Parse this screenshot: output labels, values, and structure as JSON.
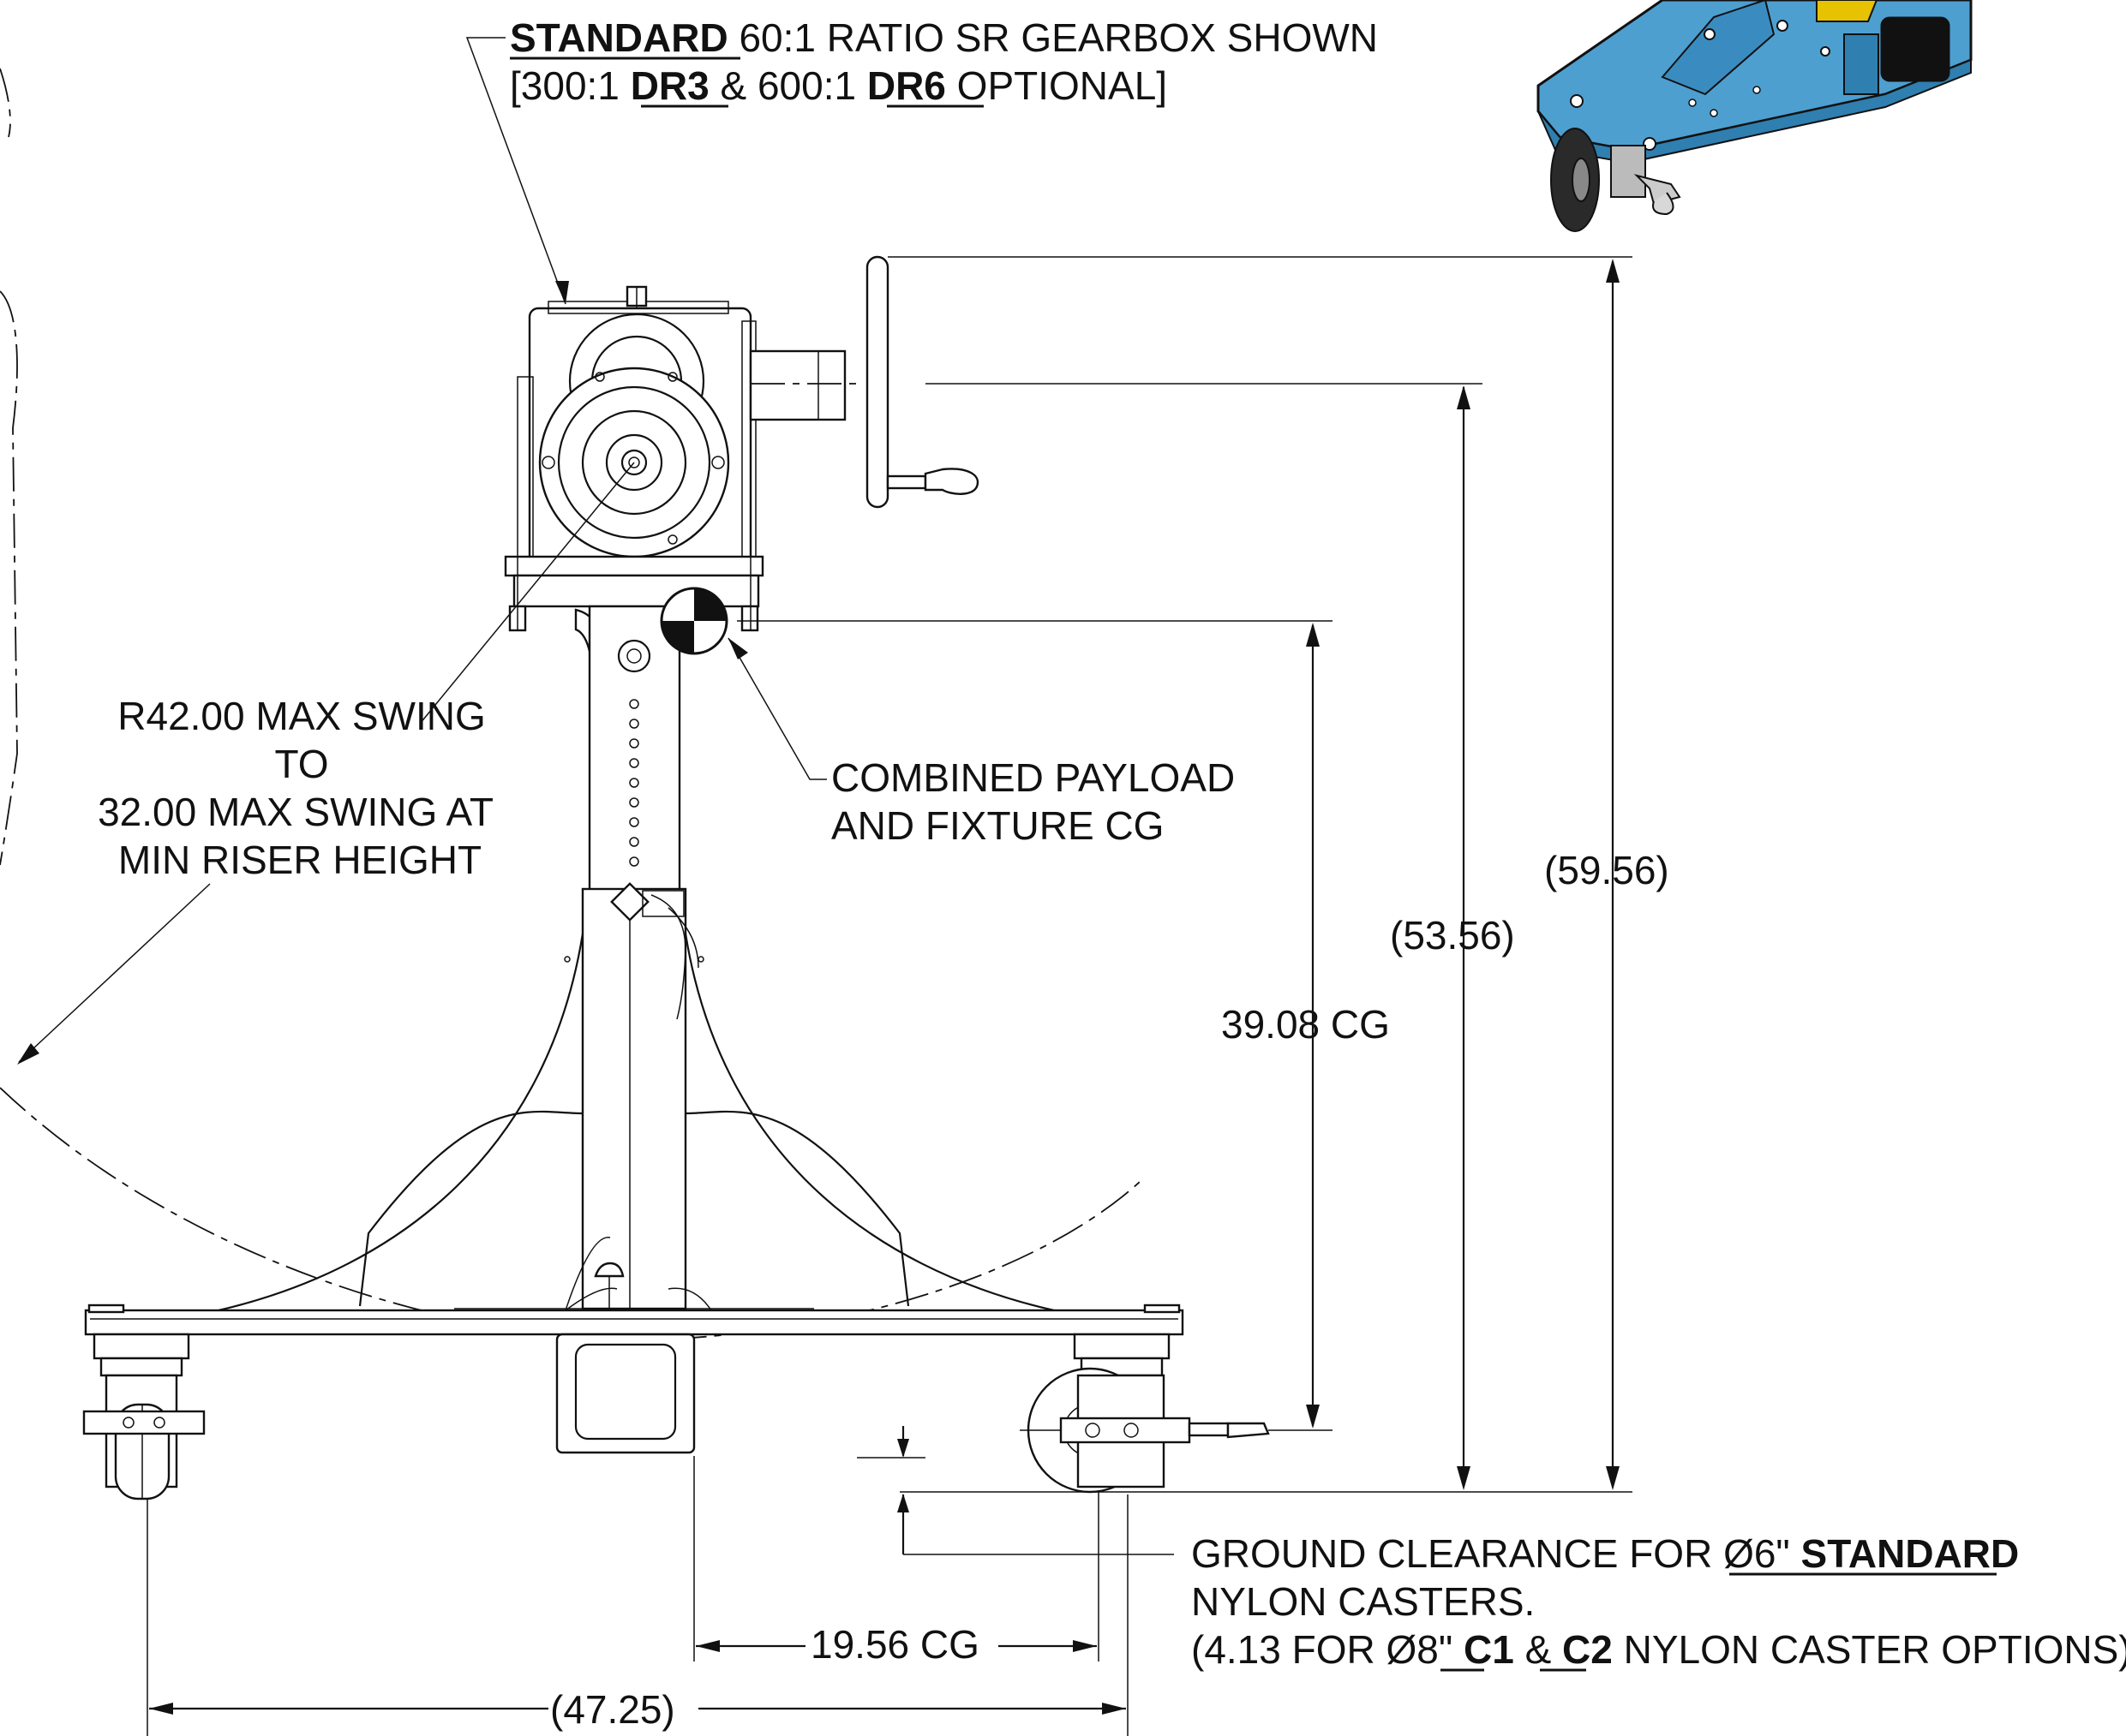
{
  "callouts": {
    "gearbox": {
      "line1_bold": "STANDARD",
      "line1_rest": " 60:1 RATIO SR GEARBOX SHOWN",
      "line2_a": "[300:1 ",
      "line2_b": "DR3",
      "line2_c": " & 600:1 ",
      "line2_d": "DR6",
      "line2_e": " OPTIONAL]"
    },
    "swing": {
      "line1": "R42.00 MAX SWING",
      "line2": "TO",
      "line3": "32.00 MAX SWING AT",
      "line4": "MIN RISER HEIGHT"
    },
    "cg": {
      "line1": "COMBINED PAYLOAD",
      "line2": "AND FIXTURE CG"
    },
    "clearance": {
      "line1_a": "GROUND CLEARANCE FOR Ø6\" ",
      "line1_b": "STANDARD",
      "line2": "NYLON CASTERS.",
      "line3_a": "(4.13 FOR Ø8\" ",
      "line3_b": "C1",
      "line3_c": " & ",
      "line3_d": "C2",
      "line3_e": " NYLON CASTER OPTIONS)"
    }
  },
  "dimensions": {
    "overall_height": "(59.56)",
    "handwheel_height": "(53.56)",
    "cg_height": "39.08 CG",
    "cg_horizontal": "19.56 CG",
    "base_width": "(47.25)"
  },
  "colors": {
    "line": "#111111",
    "iso_view_blue": "#4d9fd0"
  }
}
